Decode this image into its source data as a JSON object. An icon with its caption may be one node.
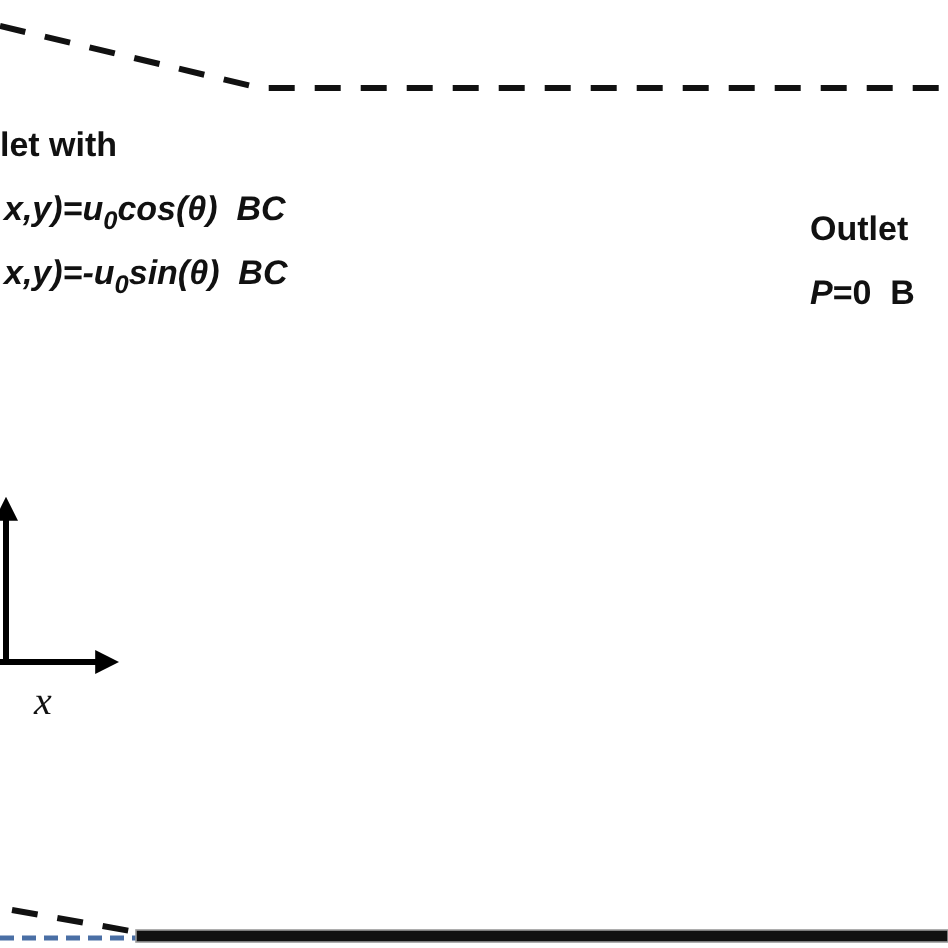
{
  "diagram": {
    "labels": [
      "let with",
      "x,y)=u$_{0}$cos(θ)  BC",
      "x,y)=-u$_{0}$sin(θ)  BC",
      "Outlet",
      "*P*=0  B",
      "x"
    ]
  }
}
